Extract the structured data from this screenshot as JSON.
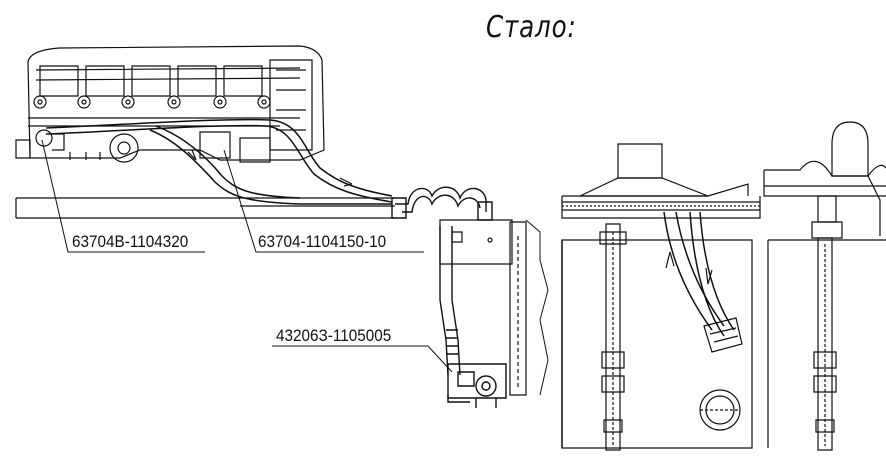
{
  "title": "Стало:",
  "callouts": [
    {
      "id": "c1",
      "text": "63704В-1104320"
    },
    {
      "id": "c2",
      "text": "63704-1104150-10"
    },
    {
      "id": "c3",
      "text": "43206З-1105005"
    }
  ]
}
